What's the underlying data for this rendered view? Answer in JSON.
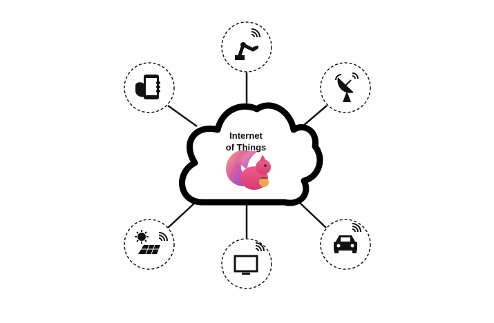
{
  "diagram": {
    "center": {
      "title_line1": "Internet",
      "title_line2": "of Things",
      "logo": "squirrel-mascot"
    },
    "devices": [
      {
        "name": "robot-arm",
        "icon": "robot-arm-icon",
        "signal": "wifi-signal"
      },
      {
        "name": "smartphone",
        "icon": "smartphone-icon",
        "signal": "none"
      },
      {
        "name": "satellite-dish",
        "icon": "satellite-dish-icon",
        "signal": "wifi-signal"
      },
      {
        "name": "solar-panel",
        "icon": "solar-panel-icon",
        "signal": "wifi-signal"
      },
      {
        "name": "monitor",
        "icon": "monitor-icon",
        "signal": "wifi-signal"
      },
      {
        "name": "car",
        "icon": "car-icon",
        "signal": "wifi-signal"
      }
    ],
    "colors": {
      "line": "#111111",
      "background": "#ffffff",
      "mascot_pink": "#e0457b",
      "mascot_orange": "#f5a05a",
      "mascot_purple": "#8a4fd1"
    }
  }
}
